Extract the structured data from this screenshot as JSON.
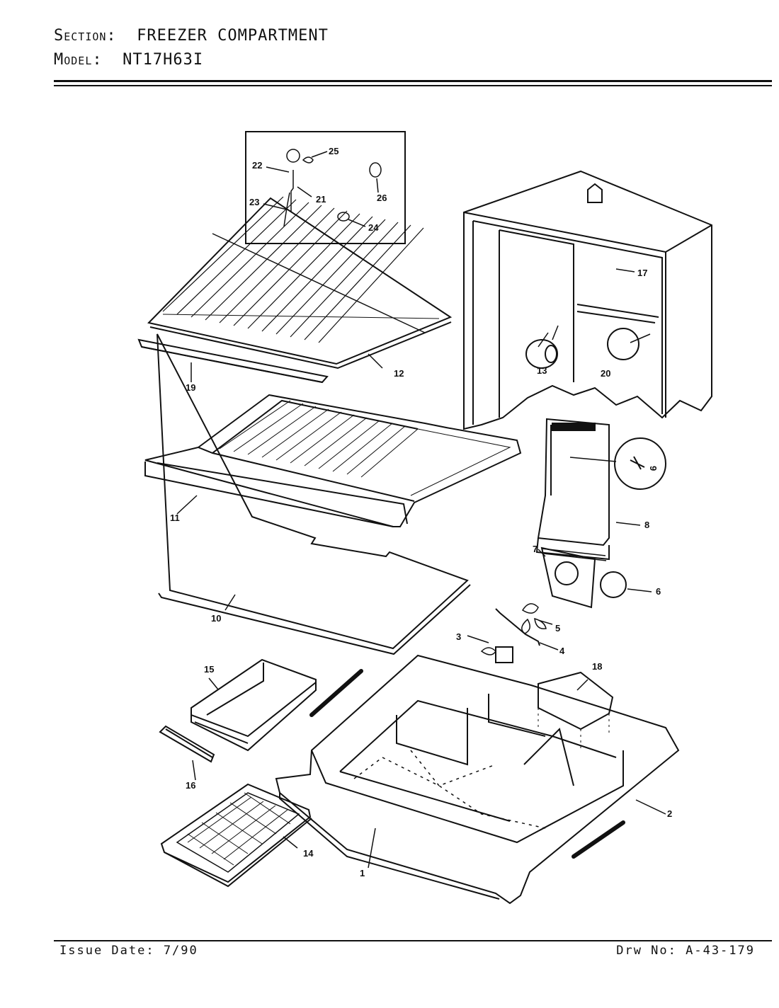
{
  "header": {
    "section_label": "Section:",
    "section_value": "FREEZER COMPARTMENT",
    "model_label": "Model:",
    "model_value": "NT17H63I"
  },
  "footer": {
    "issue_date": "Issue Date: 7/90",
    "drawing_number": "Drw No: A-43-179"
  },
  "callouts": {
    "p1": "1",
    "p2": "2",
    "p3": "3",
    "p4": "4",
    "p5": "5",
    "p6": "6",
    "p7": "7",
    "p8": "8",
    "p9": "9",
    "p10": "10",
    "p11": "11",
    "p12": "12",
    "p13": "13",
    "p14": "14",
    "p15": "15",
    "p16": "16",
    "p17": "17",
    "p18": "18",
    "p19": "19",
    "p20": "20",
    "p21": "21",
    "p22": "22",
    "p23": "23",
    "p24": "24",
    "p25": "25",
    "p26": "26"
  }
}
